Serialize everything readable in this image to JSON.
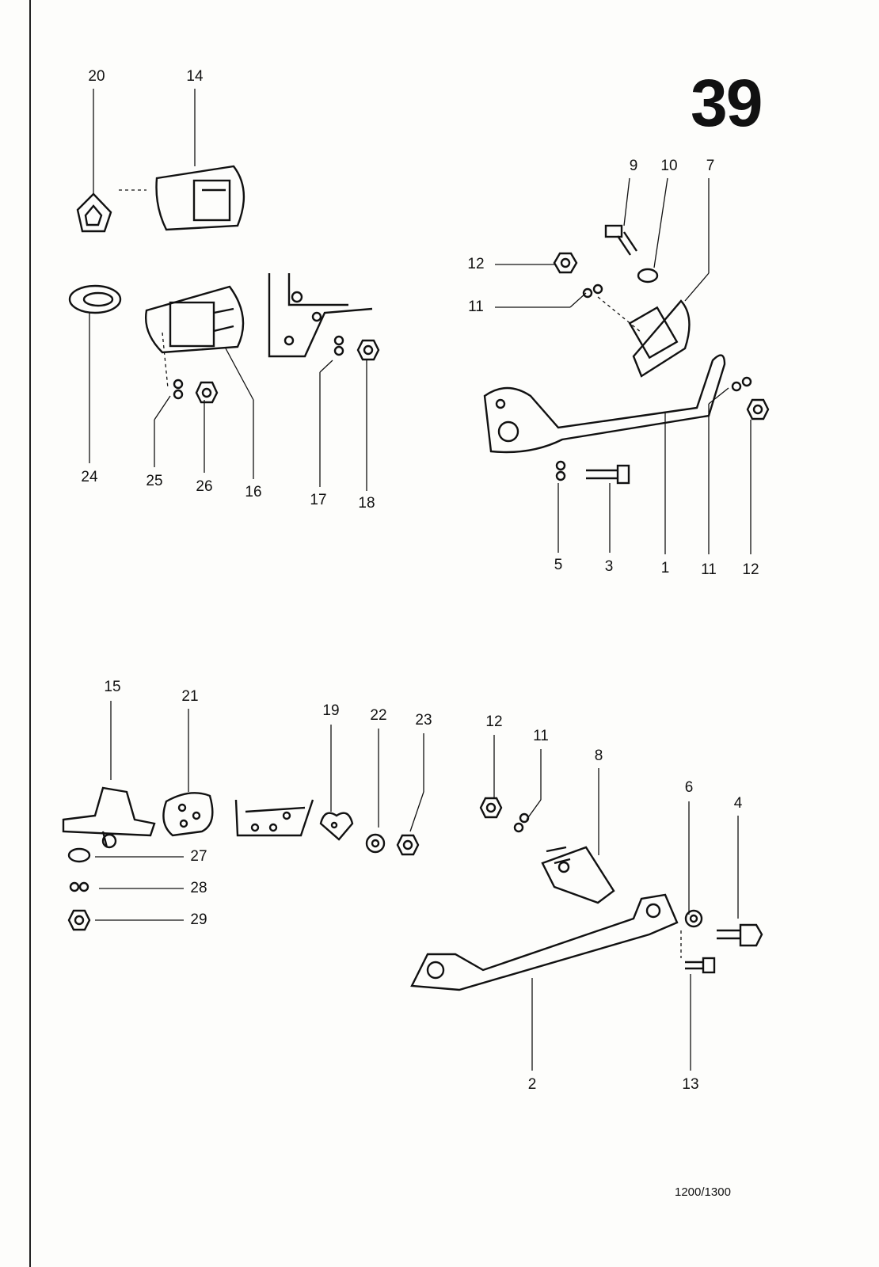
{
  "page_number": "39",
  "model_code": "1200/1300",
  "callouts": {
    "c20": "20",
    "c14": "14",
    "c9": "9",
    "c10": "10",
    "c7": "7",
    "c12a": "12",
    "c11a": "11",
    "c24": "24",
    "c25": "25",
    "c26": "26",
    "c16": "16",
    "c17": "17",
    "c18": "18",
    "c5": "5",
    "c3": "3",
    "c1": "1",
    "c11b": "11",
    "c12b": "12",
    "c15": "15",
    "c21": "21",
    "c19": "19",
    "c22": "22",
    "c23": "23",
    "c12c": "12",
    "c11c": "11",
    "c8": "8",
    "c6": "6",
    "c4": "4",
    "c27": "27",
    "c28": "28",
    "c29": "29",
    "c2": "2",
    "c13": "13"
  }
}
